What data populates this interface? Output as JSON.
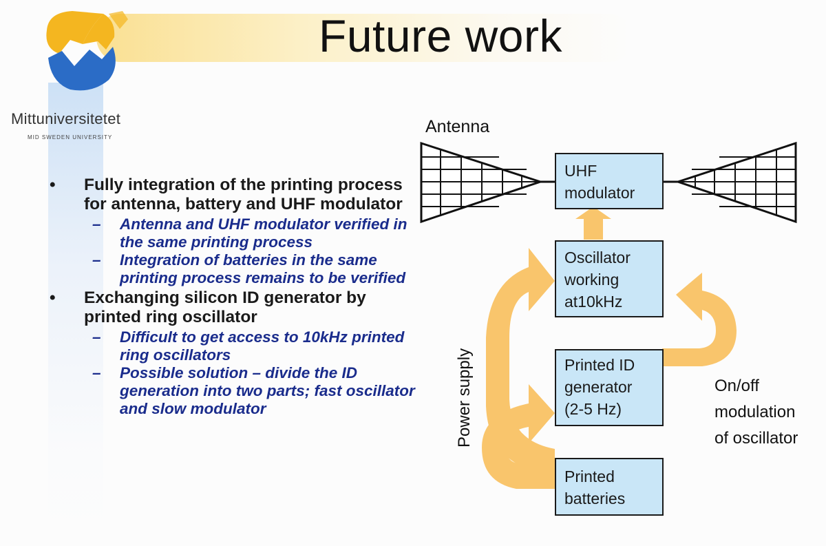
{
  "slide": {
    "title": "Future work",
    "logo": {
      "name": "Mittuniversitetet",
      "subtitle": "MID SWEDEN UNIVERSITY"
    }
  },
  "bullets": [
    {
      "text": "Fully integration of the printing process for antenna, battery and UHF modulator",
      "sub": [
        "Antenna and UHF modulator verified in the same printing process",
        "Integration of batteries in the same printing process remains to be verified"
      ]
    },
    {
      "text": "Exchanging silicon ID generator by printed ring oscillator",
      "sub": [
        "Difficult to get access to 10kHz printed ring oscillators",
        "Possible solution – divide the ID generation into two parts; fast oscillator and slow modulator"
      ]
    }
  ],
  "diagram": {
    "antenna_label": "Antenna",
    "uhf_line1": "UHF",
    "uhf_line2": "modulator",
    "osc_line1": "Oscillator",
    "osc_line2": "working",
    "osc_line3": "at10kHz",
    "id_line1": "Printed ID",
    "id_line2": "generator",
    "id_line3": "(2-5 Hz)",
    "bat_line1": "Printed",
    "bat_line2": "batteries",
    "power_label": "Power supply",
    "onoff_line1": "On/off",
    "onoff_line2": "modulation",
    "onoff_line3": "of oscillator",
    "colors": {
      "box_fill": "#c9e6f7",
      "arrow_fill": "#f9c56c",
      "bullet_sub": "#1a2c8c"
    }
  }
}
